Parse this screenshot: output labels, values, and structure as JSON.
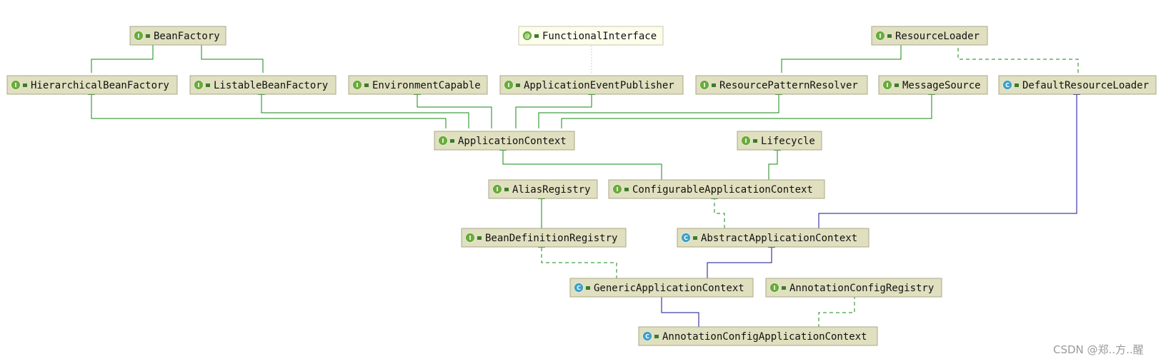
{
  "colors": {
    "extends_interface": "#138a13",
    "extends_class": "#101090",
    "implements": "#138a13",
    "annotation_link": "#b9d9b9",
    "interface_badge": "#6bab3b",
    "class_badge": "#3ea0c8",
    "annotation_badge": "#6bab3b"
  },
  "nodes": [
    {
      "id": "BeanFactory",
      "label": "BeanFactory",
      "kind": "interface",
      "icon": "interface-icon"
    },
    {
      "id": "FunctionalInterface",
      "label": "FunctionalInterface",
      "kind": "annotation",
      "icon": "annotation-icon"
    },
    {
      "id": "ResourceLoader",
      "label": "ResourceLoader",
      "kind": "interface",
      "icon": "interface-icon"
    },
    {
      "id": "HierarchicalBeanFactory",
      "label": "HierarchicalBeanFactory",
      "kind": "interface",
      "icon": "interface-icon"
    },
    {
      "id": "ListableBeanFactory",
      "label": "ListableBeanFactory",
      "kind": "interface",
      "icon": "interface-icon"
    },
    {
      "id": "EnvironmentCapable",
      "label": "EnvironmentCapable",
      "kind": "interface",
      "icon": "interface-icon"
    },
    {
      "id": "ApplicationEventPublisher",
      "label": "ApplicationEventPublisher",
      "kind": "interface",
      "icon": "interface-icon"
    },
    {
      "id": "ResourcePatternResolver",
      "label": "ResourcePatternResolver",
      "kind": "interface",
      "icon": "interface-icon"
    },
    {
      "id": "MessageSource",
      "label": "MessageSource",
      "kind": "interface",
      "icon": "interface-icon"
    },
    {
      "id": "DefaultResourceLoader",
      "label": "DefaultResourceLoader",
      "kind": "class",
      "icon": "class-icon"
    },
    {
      "id": "ApplicationContext",
      "label": "ApplicationContext",
      "kind": "interface",
      "icon": "interface-icon"
    },
    {
      "id": "Lifecycle",
      "label": "Lifecycle",
      "kind": "interface",
      "icon": "interface-icon"
    },
    {
      "id": "AliasRegistry",
      "label": "AliasRegistry",
      "kind": "interface",
      "icon": "interface-icon"
    },
    {
      "id": "ConfigurableApplicationContext",
      "label": "ConfigurableApplicationContext",
      "kind": "interface",
      "icon": "interface-icon"
    },
    {
      "id": "BeanDefinitionRegistry",
      "label": "BeanDefinitionRegistry",
      "kind": "interface",
      "icon": "interface-icon"
    },
    {
      "id": "AbstractApplicationContext",
      "label": "AbstractApplicationContext",
      "kind": "class",
      "icon": "class-icon"
    },
    {
      "id": "GenericApplicationContext",
      "label": "GenericApplicationContext",
      "kind": "class",
      "icon": "class-icon"
    },
    {
      "id": "AnnotationConfigRegistry",
      "label": "AnnotationConfigRegistry",
      "kind": "interface",
      "icon": "interface-icon"
    },
    {
      "id": "AnnotationConfigApplicationContext",
      "label": "AnnotationConfigApplicationContext",
      "kind": "class",
      "icon": "class-icon"
    }
  ],
  "edges": [
    {
      "from": "HierarchicalBeanFactory",
      "to": "BeanFactory",
      "type": "extends"
    },
    {
      "from": "ListableBeanFactory",
      "to": "BeanFactory",
      "type": "extends"
    },
    {
      "from": "ResourcePatternResolver",
      "to": "ResourceLoader",
      "type": "extends"
    },
    {
      "from": "DefaultResourceLoader",
      "to": "ResourceLoader",
      "type": "implements"
    },
    {
      "from": "ApplicationEventPublisher",
      "to": "FunctionalInterface",
      "type": "annotated"
    },
    {
      "from": "ApplicationContext",
      "to": "HierarchicalBeanFactory",
      "type": "extends"
    },
    {
      "from": "ApplicationContext",
      "to": "ListableBeanFactory",
      "type": "extends"
    },
    {
      "from": "ApplicationContext",
      "to": "EnvironmentCapable",
      "type": "extends"
    },
    {
      "from": "ApplicationContext",
      "to": "ApplicationEventPublisher",
      "type": "extends"
    },
    {
      "from": "ApplicationContext",
      "to": "ResourcePatternResolver",
      "type": "extends"
    },
    {
      "from": "ApplicationContext",
      "to": "MessageSource",
      "type": "extends"
    },
    {
      "from": "ConfigurableApplicationContext",
      "to": "ApplicationContext",
      "type": "extends"
    },
    {
      "from": "ConfigurableApplicationContext",
      "to": "Lifecycle",
      "type": "extends"
    },
    {
      "from": "BeanDefinitionRegistry",
      "to": "AliasRegistry",
      "type": "extends"
    },
    {
      "from": "AbstractApplicationContext",
      "to": "ConfigurableApplicationContext",
      "type": "implements"
    },
    {
      "from": "AbstractApplicationContext",
      "to": "DefaultResourceLoader",
      "type": "extends-class"
    },
    {
      "from": "GenericApplicationContext",
      "to": "BeanDefinitionRegistry",
      "type": "implements"
    },
    {
      "from": "GenericApplicationContext",
      "to": "AbstractApplicationContext",
      "type": "extends-class"
    },
    {
      "from": "AnnotationConfigApplicationContext",
      "to": "GenericApplicationContext",
      "type": "extends-class"
    },
    {
      "from": "AnnotationConfigApplicationContext",
      "to": "AnnotationConfigRegistry",
      "type": "implements"
    }
  ],
  "watermark": "CSDN @郑..方..醒"
}
